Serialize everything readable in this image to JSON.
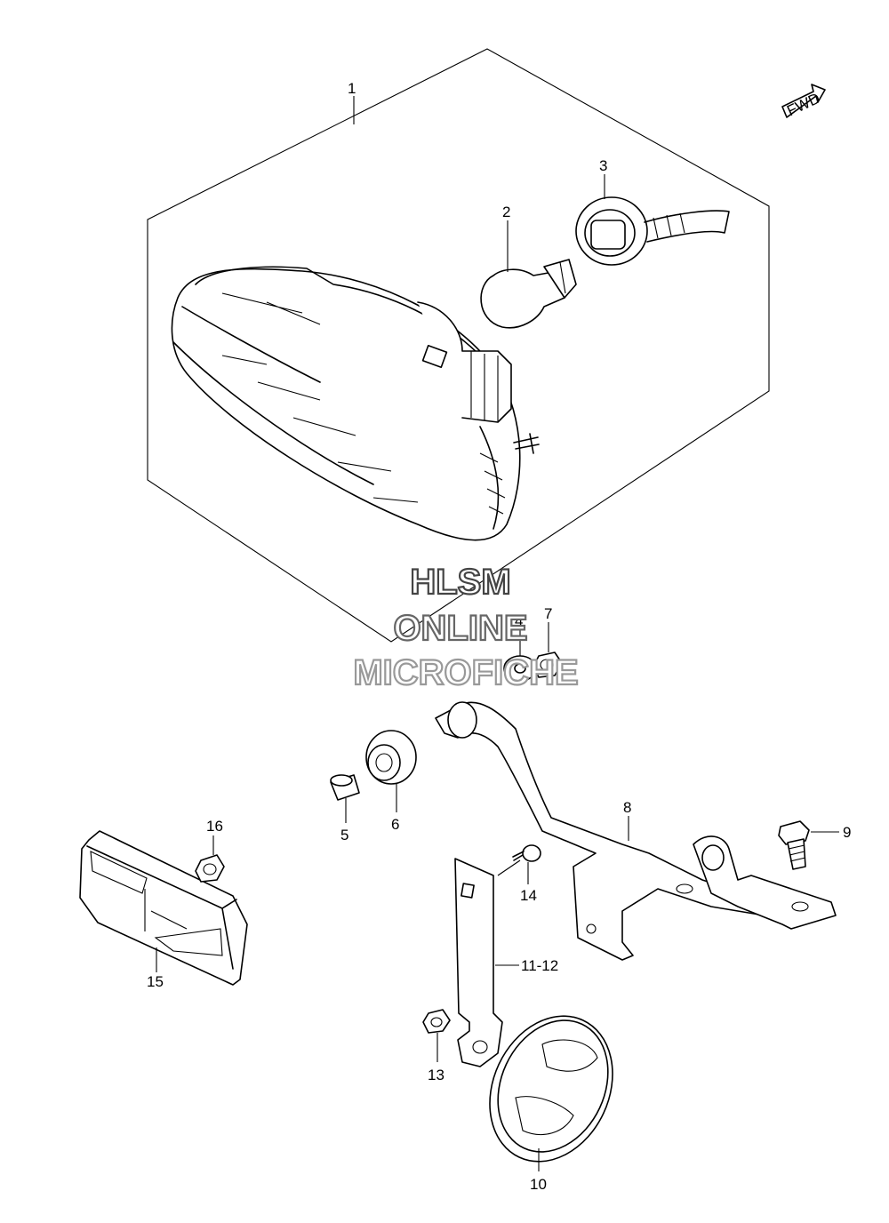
{
  "fwd_label": "FWD",
  "callouts": {
    "c1": "1",
    "c2": "2",
    "c3": "3",
    "c4": "4",
    "c5": "5",
    "c6": "6",
    "c7": "7",
    "c8": "8",
    "c9": "9",
    "c10": "10",
    "c11_12": "11-12",
    "c13": "13",
    "c14": "14",
    "c15": "15",
    "c16": "16"
  },
  "watermark": {
    "line1": "HLSM",
    "line2": "ONLINE",
    "line3": "MICROFICHE"
  },
  "colors": {
    "line": "#000000",
    "watermark_outline": "#444444",
    "watermark_light": "#999999",
    "background": "#ffffff"
  }
}
